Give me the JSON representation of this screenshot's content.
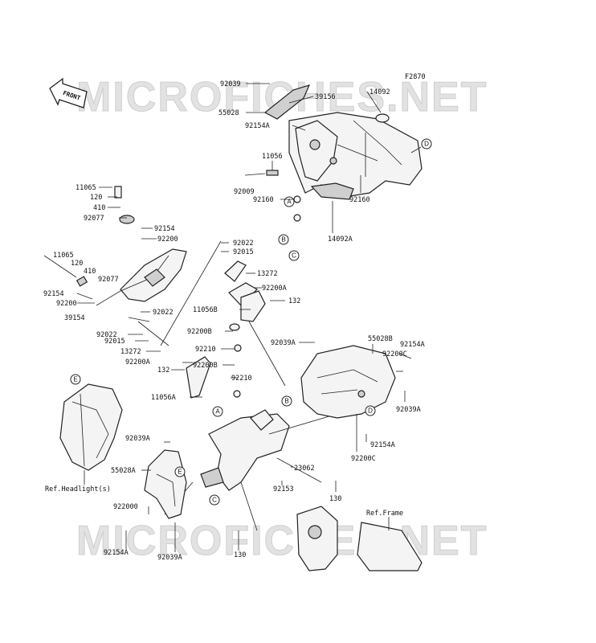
{
  "diagram_code": "F2870",
  "front_badge": "FRONT",
  "watermarks": [
    "MICROFICHES.NET",
    "MICROFICHES.NET"
  ],
  "references": {
    "headlight": "Ref.Headlight(s)",
    "frame": "Ref.Frame"
  },
  "callouts": [
    "A",
    "B",
    "C",
    "D",
    "E"
  ],
  "part_labels": [
    "92039",
    "39156",
    "14092",
    "55028",
    "92154A",
    "11056",
    "D",
    "92009",
    "92160",
    "92160",
    "14092A",
    "11065",
    "120",
    "410",
    "92077",
    "92154",
    "92200",
    "92022",
    "92015",
    "11065",
    "120",
    "410",
    "92077",
    "13272",
    "92200A",
    "132",
    "92154",
    "92200",
    "11056B",
    "92022",
    "39154",
    "92022",
    "92015",
    "92200B",
    "13272",
    "92210",
    "92200A",
    "92039A",
    "55028B",
    "92154A",
    "92200C",
    "132",
    "92200B",
    "92210",
    "11056A",
    "92039A",
    "92039A",
    "92154A",
    "92200C",
    "23062",
    "55028A",
    "92153",
    "130",
    "922000",
    "92154A",
    "92039A",
    "130"
  ]
}
